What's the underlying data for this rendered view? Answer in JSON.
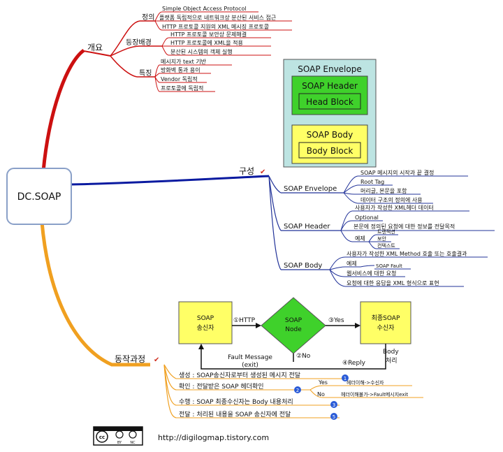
{
  "center": {
    "label": "DC.SOAP"
  },
  "overview": {
    "label": "개요",
    "definition": {
      "label": "정의",
      "items": [
        "Simple Object Access Protocol",
        "플랫폼 독립적으로 네트워크상 분산된 서비스 접근",
        "HTTP 프로토콜 지원의 XML 메시징 프로토콜"
      ]
    },
    "background": {
      "label": "등장배경",
      "items": [
        "HTTP 프로토콜 보안상 문제해결",
        "HTTP 프로토콜에 XML을 적용",
        "분산된 시스템의 객체 실행"
      ]
    },
    "features": {
      "label": "특징",
      "items": [
        "메시지가 text 기반",
        "방화벽 통과 용이",
        "Vendor 독립적",
        "프로토콜에 독립적"
      ]
    }
  },
  "structure_diagram": {
    "envelope": "SOAP Envelope",
    "header": "SOAP Header",
    "head_block": "Head Block",
    "body": "SOAP Body",
    "body_block": "Body Block"
  },
  "composition": {
    "label": "구성",
    "check": "✔",
    "envelope": {
      "label": "SOAP Envelope",
      "items": [
        "SOAP 메시지의 시작과 끝 결정",
        "Root Tag",
        "머리글, 본문을 포함",
        "데이터 구조의 정의에 사용"
      ]
    },
    "header": {
      "label": "SOAP Header",
      "items": [
        "사용자가 작성한 XML헤더 데이터",
        "Optional",
        "본문에 정의된 요청에 대한 정보를 전달목적"
      ],
      "example": {
        "label": "예제",
        "items": [
          "트랜잭션",
          "보안",
          "컨텍스트"
        ]
      }
    },
    "body": {
      "label": "SOAP Body",
      "items": [
        "사용자가 작성한 XML Method 호출 또는 호출결과",
        "예제",
        "웹서비스에 대한 요청",
        "요청에 대한 응답을 XML 형식으로 표현"
      ],
      "example_note": "SOAP Fault"
    }
  },
  "flow": {
    "sender_line1": "SOAP",
    "sender_line2": "송신자",
    "node_line1": "SOAP",
    "node_line2": "Node",
    "receiver_line1": "최종SOAP",
    "receiver_line2": "수신자",
    "step1": "①HTTP",
    "step2": "②No",
    "step3": "③Yes",
    "step4": "④Reply",
    "fault_line1": "Fault Message",
    "fault_line2": "(exit)",
    "body_line1": "Body",
    "body_line2": "처리"
  },
  "process": {
    "label": "동작과정",
    "check": "✔",
    "steps": [
      {
        "text": "생성 : SOAP송신자로부터 생성된 메시지 전달",
        "num": "1"
      },
      {
        "text": "확인 : 전달받은 SOAP 헤더확인",
        "num": "2"
      },
      {
        "text": "수행 : SOAP 최종수신자는 Body 내용처리",
        "num": "3"
      },
      {
        "text": "전달 : 처리된 내용을 SOAP 송신자에 전달",
        "num": "5"
      }
    ],
    "yes_label": "Yes",
    "no_label": "No",
    "yes_result": "헤더이해->수신자",
    "no_result": "헤더이해불가->Fault메시지exit"
  },
  "footer": {
    "badge_cc": "cc",
    "badge_by": "BY",
    "badge_nc": "NC",
    "url": "http://digilogmap.tistory.com"
  },
  "colors": {
    "red_branch": "#cc1010",
    "blue_branch": "#0a1aa0",
    "orange_branch": "#f0a020",
    "teal_box": "#bde4e2",
    "green_box": "#3fd12b",
    "yellow_box": "#ffff66",
    "num_badge": "#2a5bd7"
  }
}
